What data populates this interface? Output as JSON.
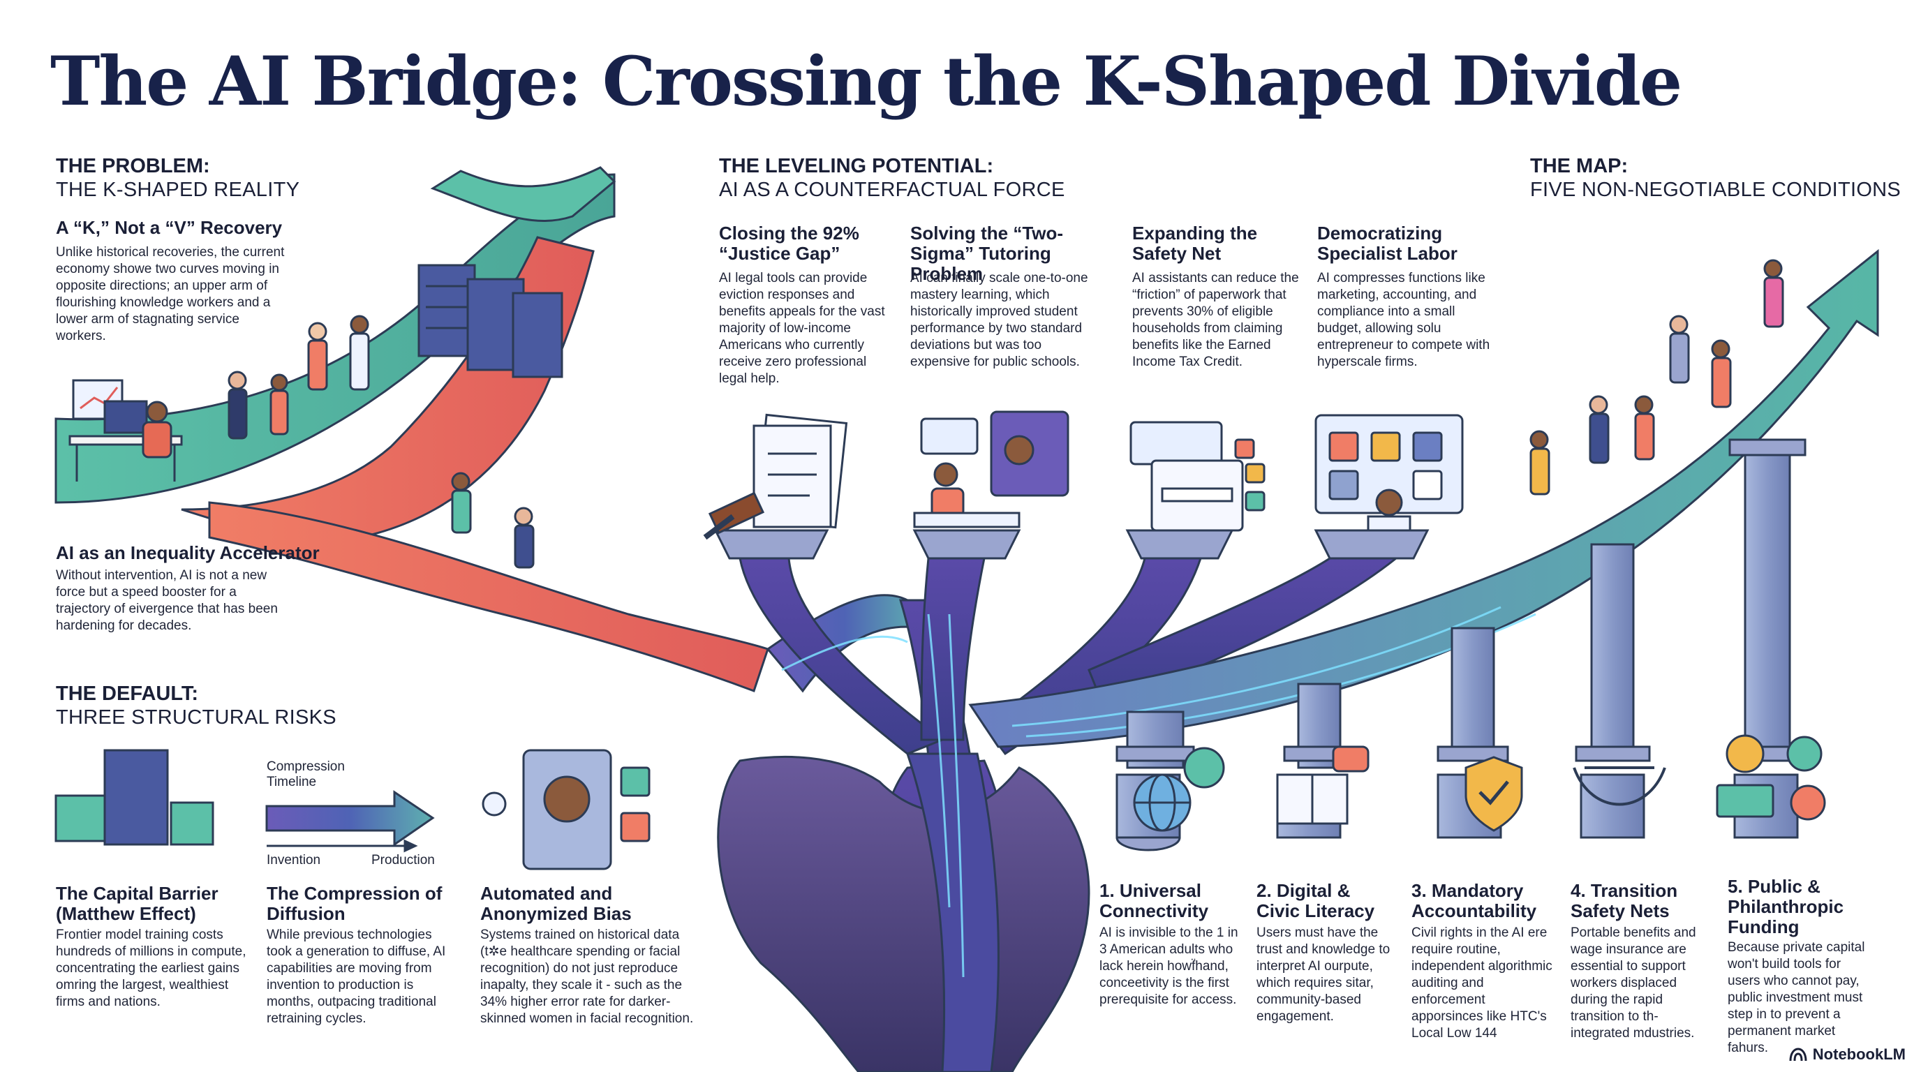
{
  "title": "The AI Bridge: Crossing the K-Shaped Divide",
  "problem": {
    "heading": "THE PROBLEM:",
    "subheading": "THE K-SHAPED REALITY",
    "recovery": {
      "title": "A “K,” Not a “V” Recovery",
      "body": "Unlike historical recoveries, the current economy showe two curves moving in opposite directions; an upper arm of flourishing knowledge workers and a lower arm of stagnating service workers."
    },
    "accelerator": {
      "title": "AI as an Inequality Accelerator",
      "body": "Without intervention, AI is not a new force but a speed booster for a trajectory of eivergence that has been hardening for decades."
    }
  },
  "default": {
    "heading": "THE DEFAULT:",
    "subheading": "THREE STRUCTURAL RISKS",
    "timeline": {
      "label": "Compression Timeline",
      "left": "Invention",
      "right": "Production"
    },
    "risks": [
      {
        "title": "The Capital Barrier (Matthew Effect)",
        "body": "Frontier model training costs hundreds of millions in compute, concentrating the earliest gains omring the largest, wealthiest firms and nations."
      },
      {
        "title": "The Compression of Diffusion",
        "body": "While previous technologies took a generation to diffuse, AI capabilities are moving from invention to production is months, outpacing traditional retraining cycles."
      },
      {
        "title": "Automated and Anonymized Bias",
        "body": "Systems trained on historical data (t✲e healthcare spending or facial recognition) do not just reproduce inapalty, they scale it - such as the 34% higher error rate for darker-skinned women in facial recognition."
      }
    ]
  },
  "leveling": {
    "heading": "THE LEVELING POTENTIAL:",
    "subheading": "AI AS A COUNTERFACTUAL FORCE",
    "items": [
      {
        "title": "Closing the 92% “Justice Gap”",
        "body": "AI legal tools can provide eviction responses and benefits appeals for the vast majority of low-income Americans who currently receive zero professional legal help."
      },
      {
        "title": "Solving the “Two-Sigma” Tutoring Problem",
        "body": "AI can finally scale one-to-one mastery learning, which historically improved student performance by two standard deviations but was too expensive for public schools."
      },
      {
        "title": "Expanding the Safety Net",
        "body": "AI assistants can reduce the “friction” of paperwork that prevents 30% of eligible households from claiming benefits like the Earned Income Tax Credit."
      },
      {
        "title": "Democratizing Specialist Labor",
        "body": "AI compresses functions like marketing, accounting, and compliance into a small budget, allowing solu entrepreneur to compete with hyperscale firms."
      }
    ]
  },
  "map": {
    "heading": "THE MAP:",
    "subheading": "FIVE NON-NEGOTIABLE CONDITIONS",
    "conditions": [
      {
        "title": "1. Universal Connectivity",
        "body": "AI is invisible to the 1 in 3 American adults who lack herein howf̈hand, conceetivity is the first prerequisite for access."
      },
      {
        "title": "2. Digital & Civic Literacy",
        "body": "Users must have the trust and knowledge to interpret AI ourpute, which requires sitar, community-based engagement."
      },
      {
        "title": "3. Mandatory Accountability",
        "body": "Civil rights in the AI ere require routine, independent algorithmic auditing and enforcement apporsinces like HTC's Local Low 144"
      },
      {
        "title": "4. Transition Safety Nets",
        "body": "Portable benefits and wage insurance are essential to support workers displaced during the rapid transition to th-integrated mdustries."
      },
      {
        "title": "5. Public & Philanthropic Funding",
        "body": "Because private capital won't build tools for users who cannot pay, public investment must step in to prevent a permanent market fahurs."
      }
    ]
  },
  "brand": "NotebookLM",
  "colors": {
    "title": "#18224a",
    "teal": "#5fbfa6",
    "coral": "#ee7a66",
    "bridge": "#6a5fb8",
    "pillar": "#8fa2cf"
  }
}
